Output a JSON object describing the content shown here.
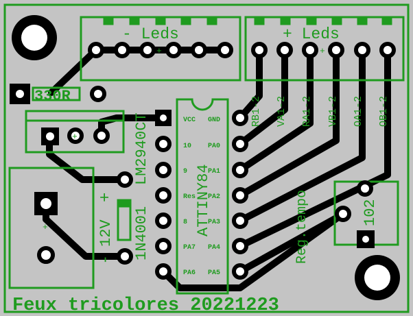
{
  "colors": {
    "board": "#c4c4c4",
    "silk": "#1f9b1f",
    "copper": "#000000",
    "pad": "#ffffff",
    "hole": "#000000"
  },
  "labels": {
    "minus_leds": "- Leds",
    "plus_leds": "+ Leds",
    "resistor": "330R",
    "regulator": "LM2940CT",
    "mcu": "ATTINY84",
    "diode": "1N4001",
    "supply": "12V",
    "plus_sign": "+",
    "minus_sign": "-",
    "pot_name": "Reg.tempo",
    "pot_value": "102",
    "title": "Feux tricolores  20221223"
  },
  "ic_pins": {
    "vcc": "VCC",
    "gnd": "GND",
    "p10": "10",
    "pa0": "PA0",
    "p9": "9",
    "pa1": "PA1",
    "res": "Res",
    "pa2": "PA2",
    "p8": "8",
    "pa3": "PA3",
    "pa7": "PA7",
    "pa4": "PA4",
    "pa6": "PA6",
    "pa5": "PA5"
  },
  "led_nets": [
    "RB1-2",
    "VA1-2",
    "RA1-2",
    "VB1-2",
    "OA1-2",
    "OB1-2"
  ]
}
